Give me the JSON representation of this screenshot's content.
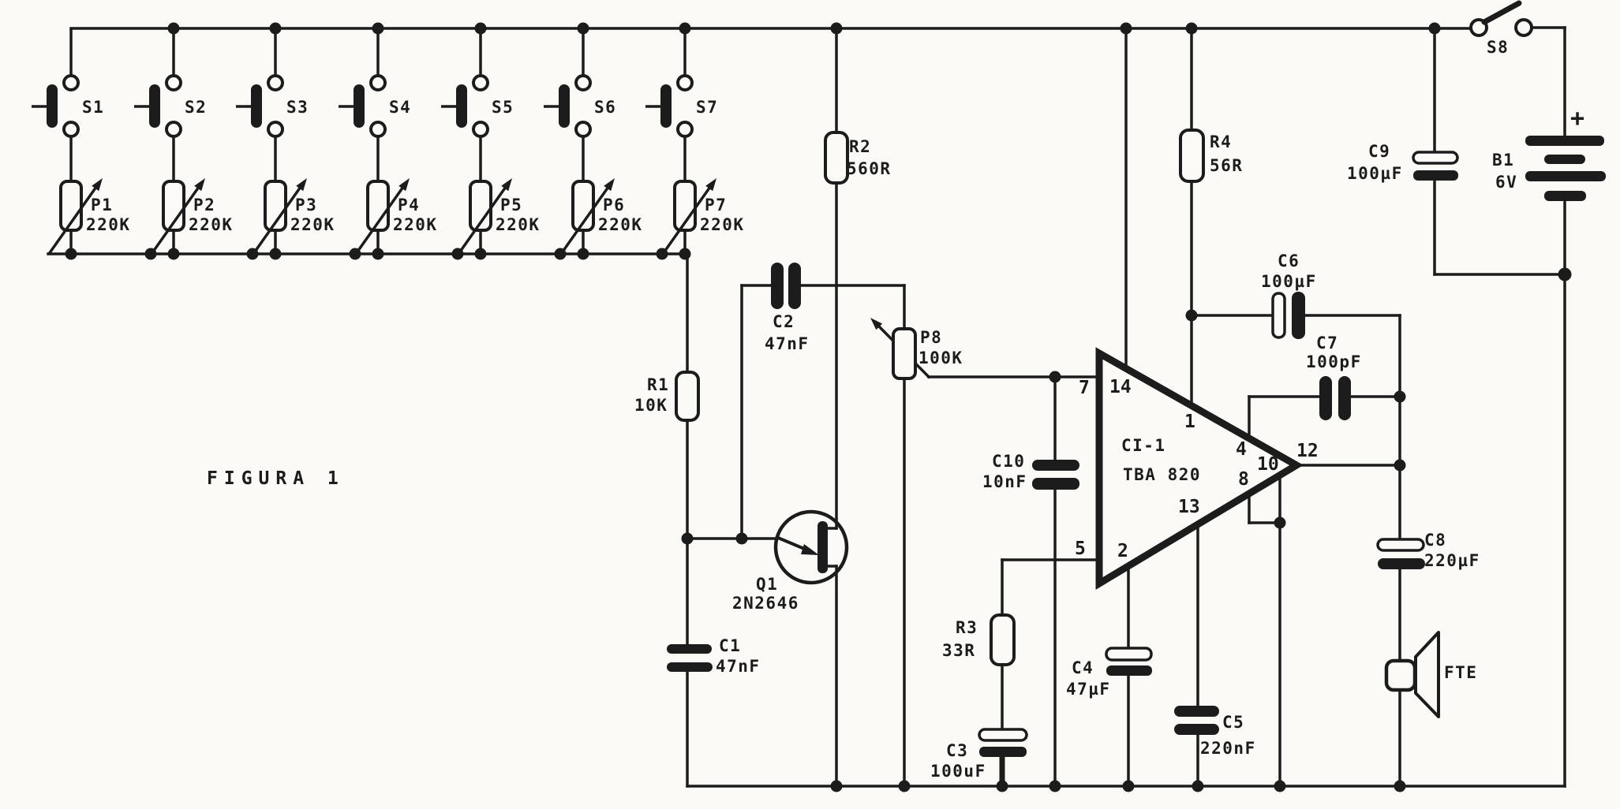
{
  "figure_caption": "FIGURA 1",
  "keys": [
    {
      "sw": "S1",
      "pot": "P1",
      "val": "220K"
    },
    {
      "sw": "S2",
      "pot": "P2",
      "val": "220K"
    },
    {
      "sw": "S3",
      "pot": "P3",
      "val": "220K"
    },
    {
      "sw": "S4",
      "pot": "P4",
      "val": "220K"
    },
    {
      "sw": "S5",
      "pot": "P5",
      "val": "220K"
    },
    {
      "sw": "S6",
      "pot": "P6",
      "val": "220K"
    },
    {
      "sw": "S7",
      "pot": "P7",
      "val": "220K"
    }
  ],
  "resistors": {
    "r1": {
      "name": "R1",
      "val": "10K"
    },
    "r2": {
      "name": "R2",
      "val": "560R"
    },
    "r3": {
      "name": "R3",
      "val": "33R"
    },
    "r4": {
      "name": "R4",
      "val": "56R"
    }
  },
  "capacitors": {
    "c1": {
      "name": "C1",
      "val": "47nF"
    },
    "c2": {
      "name": "C2",
      "val": "47nF"
    },
    "c3": {
      "name": "C3",
      "val": "100uF"
    },
    "c4": {
      "name": "C4",
      "val": "47µF"
    },
    "c5": {
      "name": "C5",
      "val": "220nF"
    },
    "c6": {
      "name": "C6",
      "val": "100µF"
    },
    "c7": {
      "name": "C7",
      "val": "100pF"
    },
    "c8": {
      "name": "C8",
      "val": "220µF"
    },
    "c9": {
      "name": "C9",
      "val": "100µF"
    },
    "c10": {
      "name": "C10",
      "val": "10nF"
    }
  },
  "pot8": {
    "name": "P8",
    "val": "100K"
  },
  "transistor": {
    "name": "Q1",
    "part": "2N2646"
  },
  "ic": {
    "name": "CI-1",
    "part": "TBA 820",
    "pins": {
      "p1": "1",
      "p2": "2",
      "p4": "4",
      "p5": "5",
      "p7": "7",
      "p8": "8",
      "p10": "10",
      "p12": "12",
      "p13": "13",
      "p14": "14"
    }
  },
  "power": {
    "sw": "S8",
    "battery": "B1",
    "voltage": "6V",
    "plus": "+"
  },
  "speaker": {
    "label": "FTE"
  },
  "ink": "#1c1c1c",
  "paper": "#fbfaf6"
}
